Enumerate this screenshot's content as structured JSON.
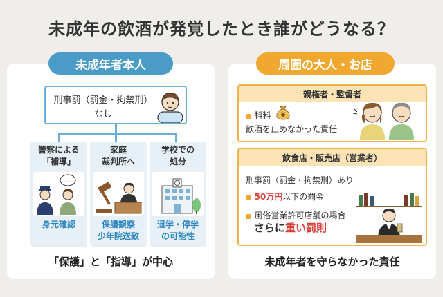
{
  "title": "未成年の飲酒が発覚したとき誰がどうなる？",
  "left": {
    "header": "未成年者本人",
    "person_line1": "刑事罰（罰金・拘禁刑）",
    "person_line2": "なし",
    "columns": [
      {
        "head_line1": "警察による",
        "head_line2": "「補導」",
        "foot_line1": "身元確認",
        "foot_line2": ""
      },
      {
        "head_line1": "家庭",
        "head_line2": "裁判所へ",
        "foot_line1": "保護観察",
        "foot_line2": "少年院送致"
      },
      {
        "head_line1": "学校での",
        "head_line2": "処分",
        "foot_line1": "退学・停学",
        "foot_line2": "の可能性"
      }
    ],
    "bubble_dots": "…",
    "footer": "「保護」と「指導」が中心"
  },
  "right": {
    "header": "周囲の大人・お店",
    "guardian": {
      "title": "親権者・監督者",
      "item1": "科料",
      "item2": "飲酒を止めなかった責任"
    },
    "shop": {
      "title": "飲食店・販売店（営業者）",
      "line1": "刑事罰（罰金・拘禁刑）あり",
      "line2_red": "50万円",
      "line2_rest": "以下の罰金",
      "line3": "風俗営業許可店舗の場合",
      "line4_pre": "さらに",
      "line4_red": "重い罰則"
    },
    "money_symbol": "¥",
    "footer": "未成年者を守らなかった責任"
  },
  "colors": {
    "background": "#f0eeea",
    "blue_accent": "#4a9bc7",
    "orange_accent": "#f0a830",
    "red_text": "#d8433a"
  }
}
